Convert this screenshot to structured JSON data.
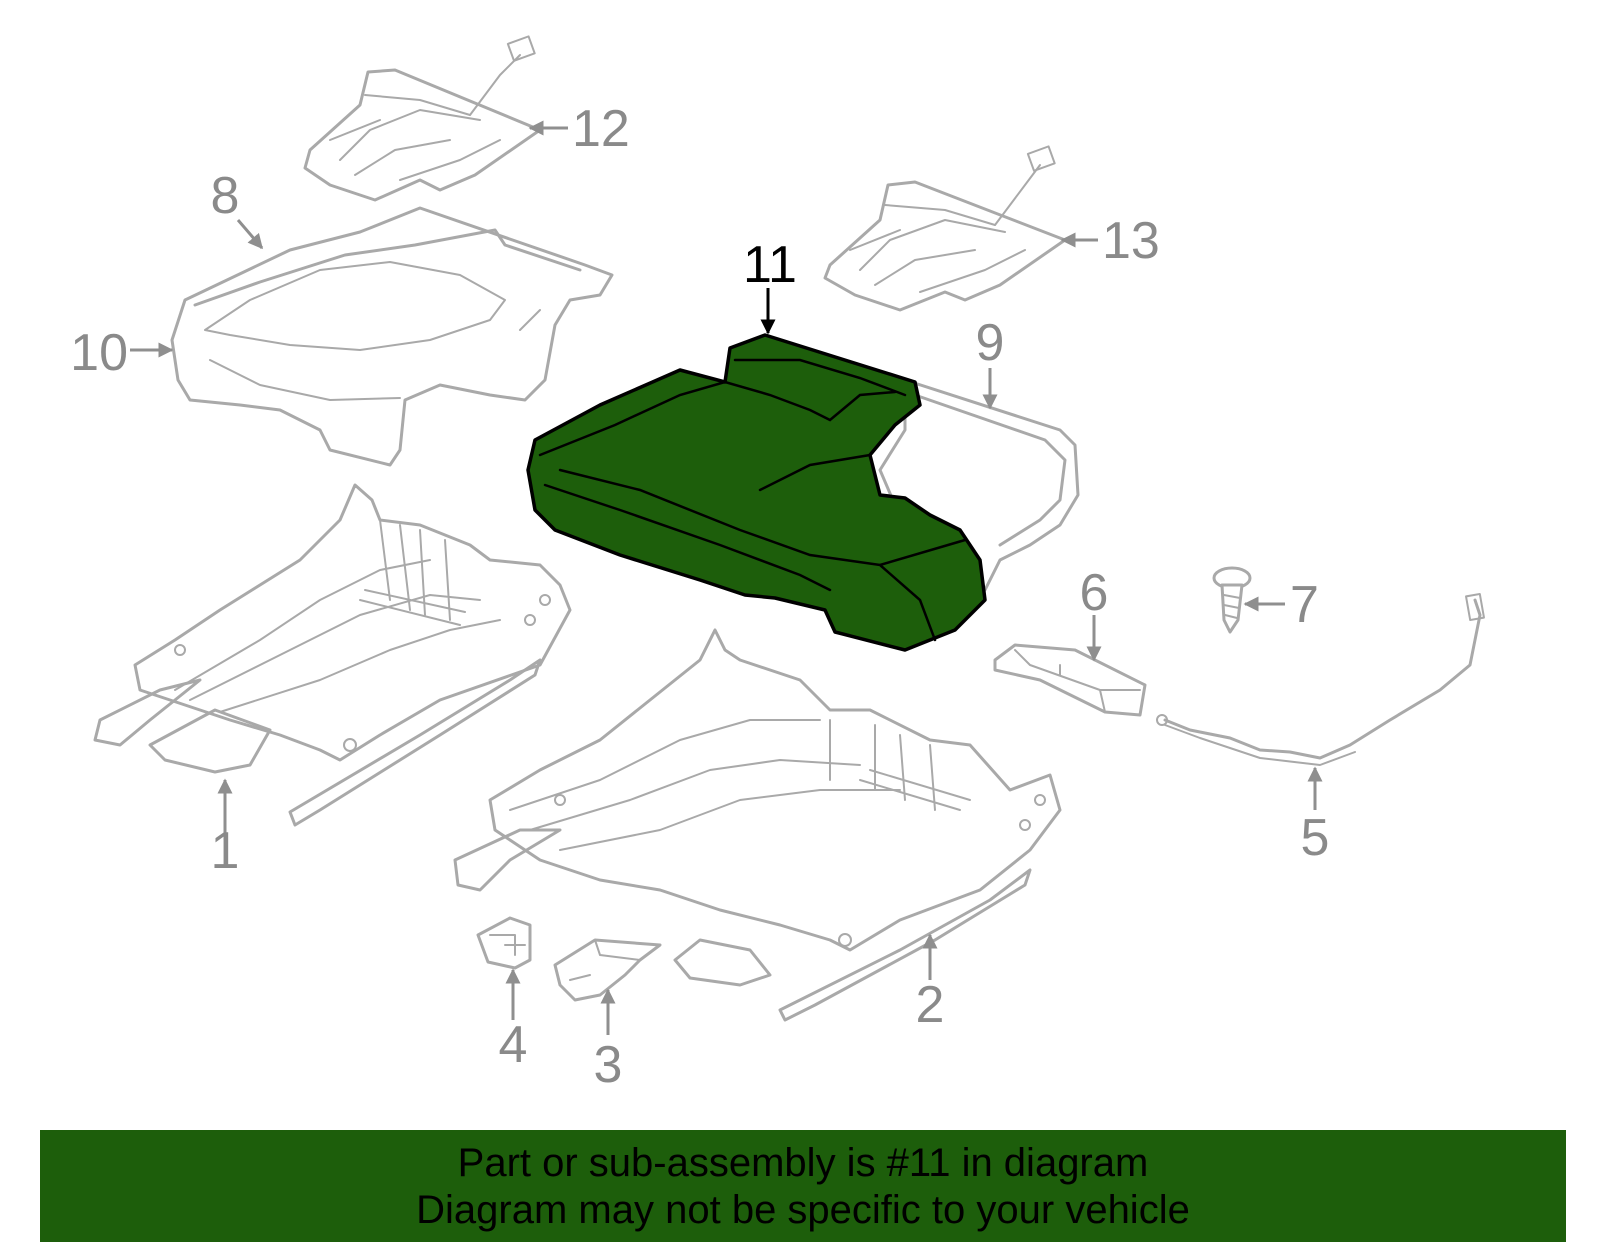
{
  "callouts": {
    "c1": "1",
    "c2": "2",
    "c3": "3",
    "c4": "4",
    "c5": "5",
    "c6": "6",
    "c7": "7",
    "c8": "8",
    "c9": "9",
    "c10": "10",
    "c11": "11",
    "c12": "12",
    "c13": "13"
  },
  "highlighted_part": "11",
  "colors": {
    "highlight": "#1d5e0b",
    "line": "#a9a9a9",
    "label": "#8a8a8a"
  },
  "banner": {
    "line1": "Part or sub-assembly is #11 in diagram",
    "line2": "Diagram may not be specific to your vehicle"
  }
}
